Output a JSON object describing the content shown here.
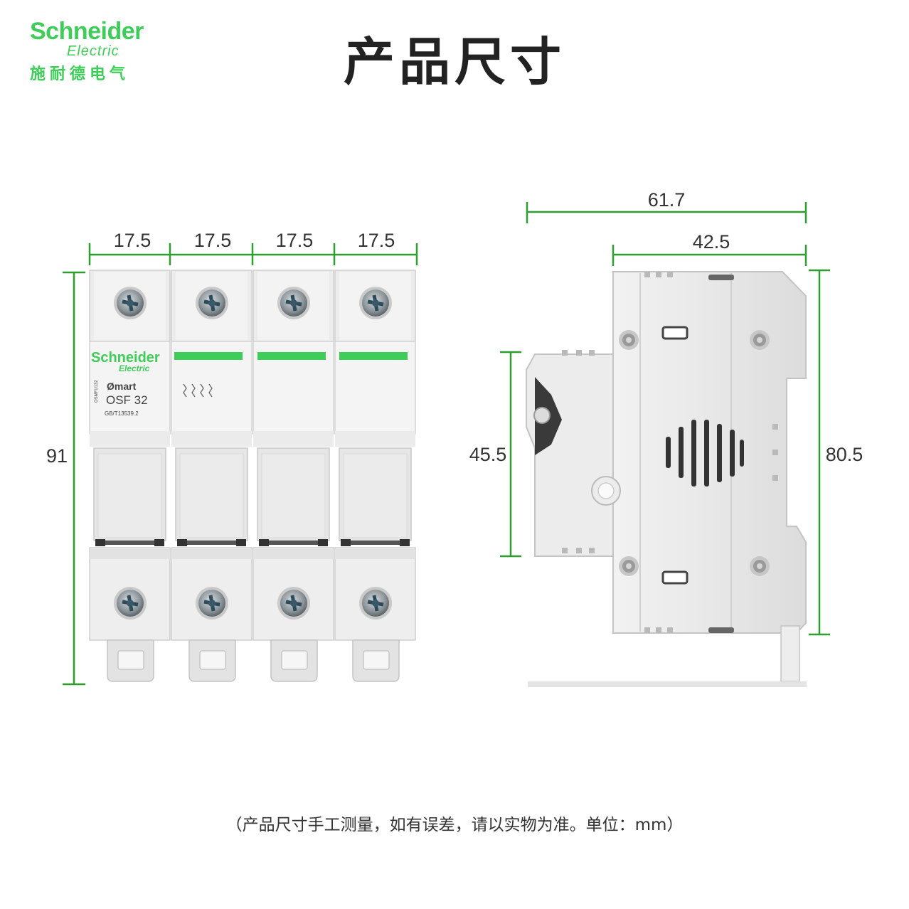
{
  "logo": {
    "brand": "Schneider",
    "sub": "Electric",
    "cn": "施耐德电气"
  },
  "title": "产品尺寸",
  "dimensions": {
    "pole_width_1": "17.5",
    "pole_width_2": "17.5",
    "pole_width_3": "17.5",
    "pole_width_4": "17.5",
    "front_height": "91",
    "side_total_depth": "61.7",
    "side_body_depth": "42.5",
    "side_front_height": "45.5",
    "side_body_height": "80.5"
  },
  "product_label": {
    "brand": "Schneider",
    "sub": "Electric",
    "series": "Ømart",
    "model": "OSF 32",
    "standard": "GB/T13539.2",
    "side_code": "OSMFU132"
  },
  "footnote": "（产品尺寸手工测量，如有误差，请以实物为准。单位：mm）",
  "colors": {
    "accent": "#3dcd58",
    "dimension_line": "#2e9e2e",
    "body": "#e9e9e9"
  }
}
